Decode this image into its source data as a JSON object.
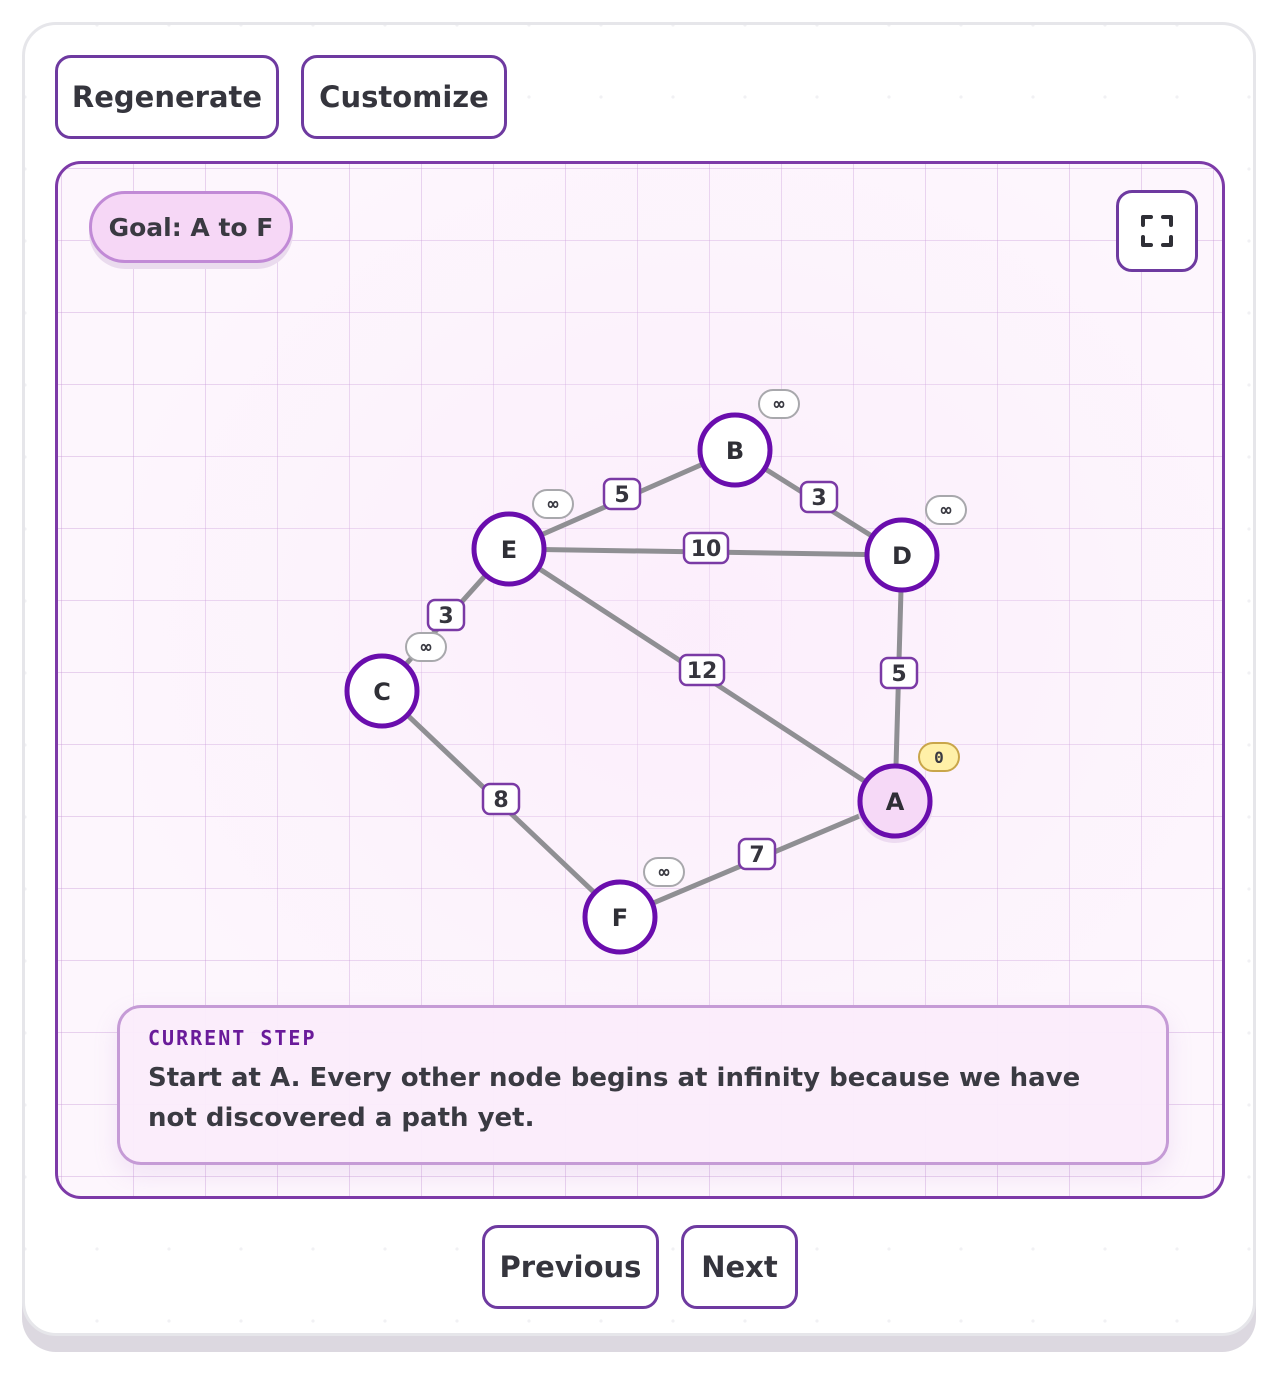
{
  "toolbar": {
    "regenerate_label": "Regenerate",
    "customize_label": "Customize"
  },
  "goal": {
    "label": "Goal: A to F"
  },
  "fullscreen": {
    "icon": "fullscreen-icon"
  },
  "graph": {
    "nodes": [
      {
        "id": "B",
        "label": "B",
        "distance": "∞",
        "active": false
      },
      {
        "id": "E",
        "label": "E",
        "distance": "∞",
        "active": false
      },
      {
        "id": "D",
        "label": "D",
        "distance": "∞",
        "active": false
      },
      {
        "id": "C",
        "label": "C",
        "distance": "∞",
        "active": false
      },
      {
        "id": "A",
        "label": "A",
        "distance": "0",
        "active": true
      },
      {
        "id": "F",
        "label": "F",
        "distance": "∞",
        "active": false
      }
    ],
    "edges": [
      {
        "from": "E",
        "to": "B",
        "weight": "5"
      },
      {
        "from": "B",
        "to": "D",
        "weight": "3"
      },
      {
        "from": "E",
        "to": "D",
        "weight": "10"
      },
      {
        "from": "E",
        "to": "C",
        "weight": "3"
      },
      {
        "from": "E",
        "to": "A",
        "weight": "12"
      },
      {
        "from": "D",
        "to": "A",
        "weight": "5"
      },
      {
        "from": "C",
        "to": "F",
        "weight": "8"
      },
      {
        "from": "F",
        "to": "A",
        "weight": "7"
      }
    ]
  },
  "step": {
    "title": "CURRENT STEP",
    "text": "Start at A. Every other node begins at infinity because we have not discovered a path yet."
  },
  "nav": {
    "previous_label": "Previous",
    "next_label": "Next"
  },
  "colors": {
    "accent": "#6a0dad",
    "edge": "#8f8f93",
    "active_fill": "#f6d9f7",
    "start_badge": "#fff0a8"
  }
}
